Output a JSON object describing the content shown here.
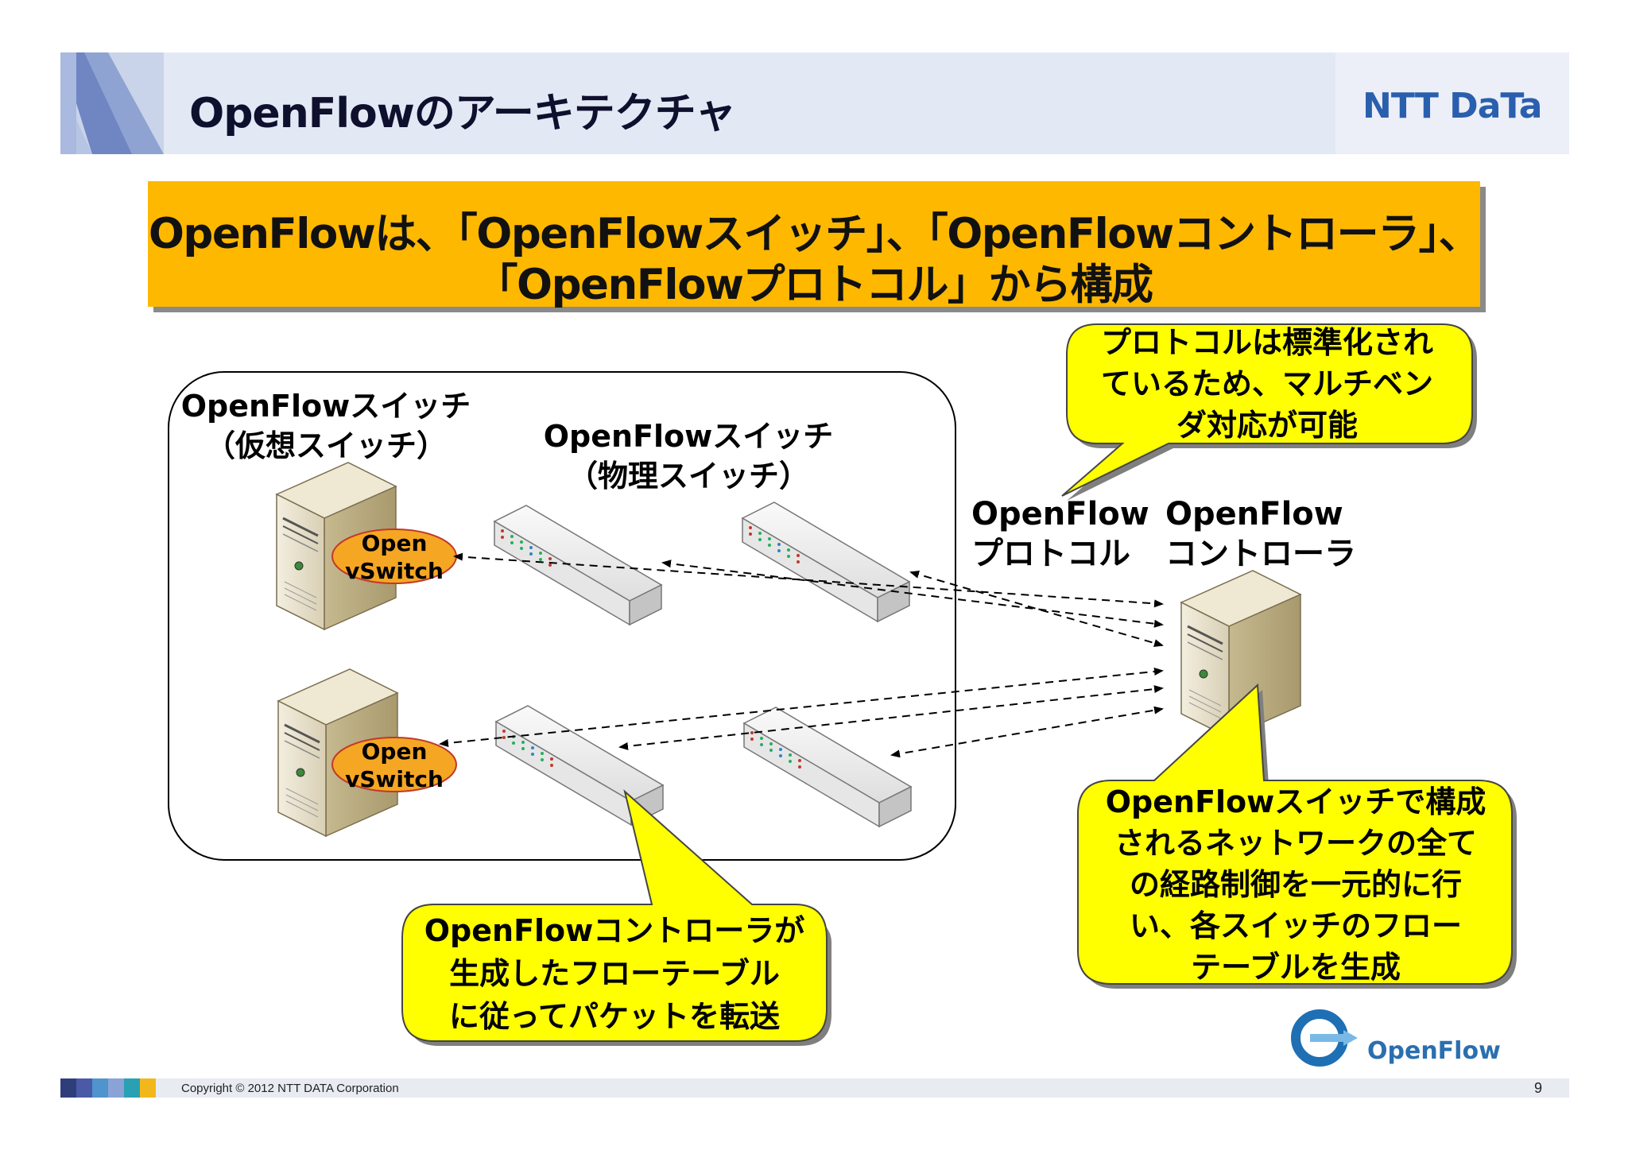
{
  "header": {
    "title": "OpenFlowのアーキテクチャ",
    "brand": "NTT DaTa"
  },
  "summary": {
    "line1": "OpenFlowは、「OpenFlowスイッチ」、「OpenFlowコントローラ」、",
    "line2": "「OpenFlowプロトコル」から構成"
  },
  "diagram": {
    "virtual_switch_label": [
      "OpenFlowスイッチ",
      "（仮想スイッチ）"
    ],
    "physical_switch_label": [
      "OpenFlowスイッチ",
      "（物理スイッチ）"
    ],
    "protocol_label": [
      "OpenFlow",
      "プロトコル"
    ],
    "controller_label": [
      "OpenFlow",
      "コントローラ"
    ],
    "ovs_label": [
      "Open",
      "vSwitch"
    ],
    "callout_protocol": [
      "プロトコルは標準化され",
      "ているため、マルチベン",
      "ダ対応が可能"
    ],
    "callout_controller": [
      "OpenFlowスイッチで構成",
      "されるネットワークの全て",
      "の経路制御を一元的に行",
      "い、各スイッチのフロー",
      "テーブルを生成"
    ],
    "callout_switch": [
      "OpenFlowコントローラが",
      "生成したフローテーブル",
      "に従ってパケットを転送"
    ],
    "openflow_logo": "OpenFlow"
  },
  "footer": {
    "copyright": "Copyright © 2012 NTT DATA Corporation",
    "page_number": "9"
  },
  "colors": {
    "summary_bg": "#ffb800",
    "callout_bg": "#ffff00",
    "header_bg": "#e3e9f4",
    "brand_blue": "#2a5fae",
    "ovs_fill": "#f5a623",
    "ovs_stroke": "#c0392b"
  }
}
